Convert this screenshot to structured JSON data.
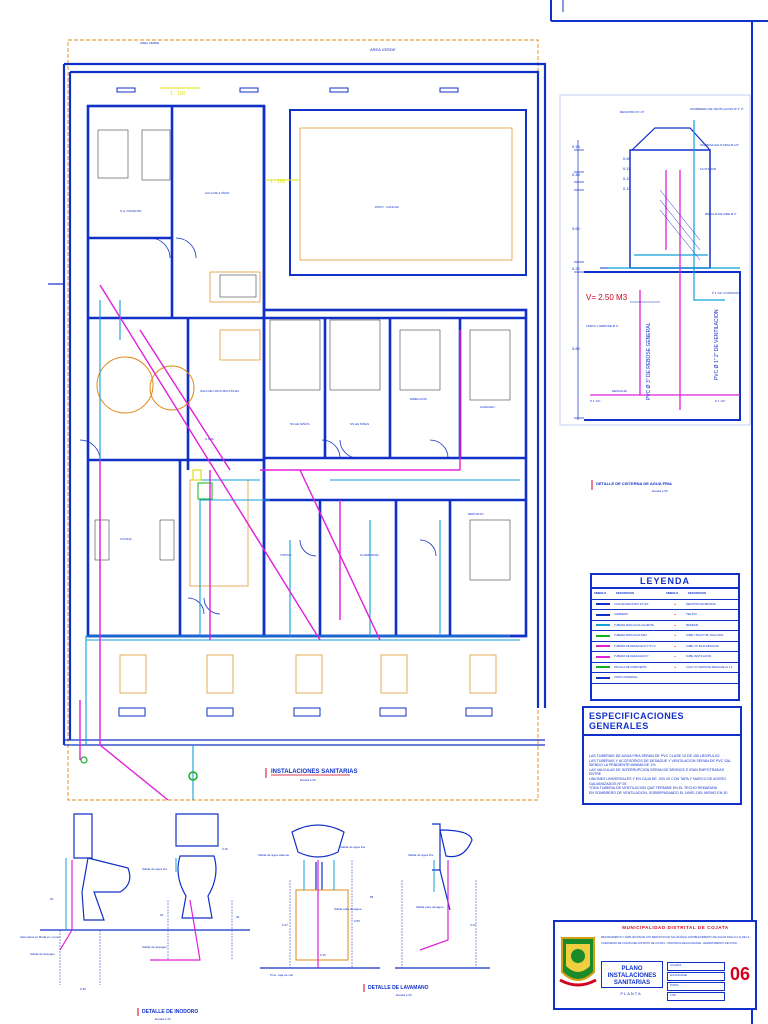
{
  "colors": {
    "wall": "#1030c8",
    "frame": "#1030c8",
    "dashed_outline": "#e08a18",
    "water_pipe": "#10a0d8",
    "drain_pipe": "#e020d8",
    "annotation": "#d2001e",
    "furniture": "#e08a18",
    "dim_text": "#1030c8",
    "green": "#10b020",
    "yellow": "#e0e010",
    "magenta": "#d020d0"
  },
  "plan": {
    "top_label": "AREA VERDE",
    "rooms": {
      "sshh_docente": "S.H. DOCENTE",
      "aula": "AULA DE 3 AÑOS",
      "patio": "PATIO - CANCHA",
      "sum": "S.U.M.",
      "sshh_ninos": "SS.HH NIÑOS",
      "sshh_ninas": "SS.HH NIÑAS",
      "cocina": "COCINA",
      "almacen": "ALMACEN",
      "direccion": "DIRECCION",
      "topico": "TOPICO",
      "guardiania": "GUARDIANIA",
      "sala_usos": "SALA DE USOS MULTIPLES",
      "deposito": "DEPOSITO"
    },
    "title": "INSTALACIONES SANITARIAS",
    "scale": "Escala 1:50",
    "slope_label": "1 : 100",
    "slope_label_2": "1 : 100"
  },
  "cistern": {
    "title": "DETALLE DE CISTERNA DE AGUA FRIA",
    "scale": "Escala 1:50",
    "volume": "V= 2.50 M3",
    "labels": {
      "registro": "REGISTRO 6\"x 8\"",
      "sombrero": "SOMBRERO DE VENTILACION Ø 1\" 2\"",
      "ingresa_agua": "INGRESA AGUA FRIA Ø 1/2\"",
      "flotador": "FLOTADOR",
      "brecha": "BRECHA DE AIRE Ø 2\"",
      "pvc_ventilacion": "PVC Ø 1\" 2\" DE VENTILACION",
      "pvc_rebose": "PVC Ø 3\" DE REBOSE GENERAL",
      "limpia": "LIMPIA Y REBOSE Ø 2\"",
      "consumo": "P 1 1/2\" CONSUMO",
      "desague": "DESAGUE",
      "tubo_izq": "P 1 1/2\"",
      "tubo_der": "P 1 1/2\""
    },
    "dims": [
      "0.15",
      "0.45",
      "0.15",
      "0.15",
      "0.60",
      "0.20",
      "0.80",
      "0.65",
      "0.15"
    ]
  },
  "legend": {
    "title": "LEYENDA",
    "header_left": "SIMBOLO",
    "header_mid": "DESCRIPCION",
    "header_right": "SIMBOLO",
    "header_right2": "DESCRIPCION",
    "rows": [
      [
        "CAJA DE REGISTRO 12\"x24\"",
        "REGISTRO DE BRONCE"
      ],
      [
        "SUMIDERO",
        "TEE PVC"
      ],
      [
        "TUBERIA PARA AGUA CALIENTE",
        "MEDIDOR"
      ],
      [
        "TUBERIA PARA AGUA FRIA",
        "SUBE Y BAJA TUB. AGUA FRIA"
      ],
      [
        "TUBERIA DE DESAGUE Ø 4\" P.V.C.",
        "SUBE Y/O BAJA DESAGUE"
      ],
      [
        "TUBERIA DE DESAGUE Ø 2\"",
        "SUBE VENTILACION"
      ],
      [
        "VALVULA DE COMPUERTA",
        "CAJA Y/O VENTA DE DESAGUE AL 1.0"
      ],
      [
        "UNION UNIVERSAL",
        ""
      ]
    ]
  },
  "specs": {
    "title": "ESPECIFICACIONES GENERALES",
    "lines": [
      "LAS TUBERIAS DE AGUA FRIA SERAN DE PVC CLASE 10 DE 150 LBS/PULG2",
      "LAS TUBERIAS Y ACCESORIOS DE DESAGUE Y VENTILACION SERAN DE PVC SAL",
      "SIENDO LA PENDIENTE MINIMA DE 1%",
      "LAS VALVULAS DE INTERRUPCION SERAN DE BRONCE E IRAN EMPOTRADAS ENTRE",
      "UNIONES UNIVERSALES Y EN CAJA DE .20X.20 CON TAPA Y MARCO DE ACERO",
      "GALVANIZADOS Nº 25",
      "TODA TUBERIA DE VENTILACION QUE TERMINE EN EL TECHO REMATARA",
      "EN SOMBRERO DE VENTILACION, SOBREPASANDO EL NIVEL DEL MISMO EN 30"
    ]
  },
  "details": {
    "inodoro_title": "DETALLE DE INODORO",
    "inodoro_scale": "Escala 1:20",
    "lavamano_title": "DETALLE DE LAVAMANO",
    "lavamano_scale": "Escala 1:20",
    "salida_agua_fria": "Salida de agua fria",
    "salida_desague": "Salida de desague",
    "alternativa": "Alternativa en Boda en el piso",
    "salida_agua_caliente": "Salida de agua caliente",
    "salida_agua_fria_2": "Salida de agua fria",
    "salida_desague_2": "Salida para desague",
    "prox": "Prox. caja de sub",
    "salida_agua_fria_3": "Salida de agua fria",
    "salida_desague_3": "Salida para desague",
    "dims_inodoro": [
      "0.30",
      "20",
      "0.15",
      "20",
      "30"
    ],
    "dims_lav": [
      "0.47",
      "0.55",
      "0.15",
      "85",
      "0.47"
    ]
  },
  "title_block": {
    "municipality": "MUNICIPALIDAD DISTRITAL DE COJATA",
    "project_line1": "MEJORAMIENTO Y AMPLIACION DE LOS SERVICIOS DE SALUD EN EL ESTABLECIMIENTO DE SALUD ASILLO (I-4) DE LA",
    "project_line2": "COMUNIDAD DE COJATA DEL DISTRITO DE COJATA - PROVINCIA DE HUANCANE - DEPARTAMENTO DE PUNO",
    "plan_title": "PLANO INSTALACIONES SANITARIAS",
    "plan_sub": "PLANTA",
    "sheet_number": "06",
    "fields": [
      "COJATA",
      "HUANCANE",
      "PUNO",
      "1:50"
    ]
  }
}
